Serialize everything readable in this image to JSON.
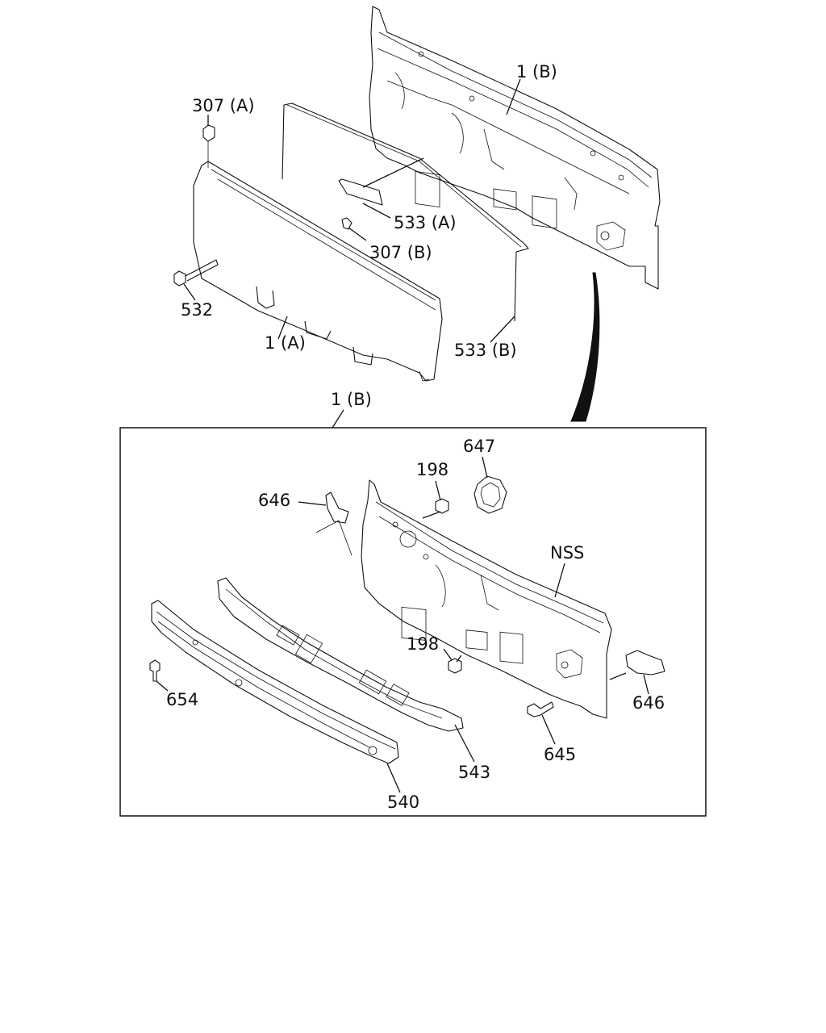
{
  "diagram": {
    "labels": {
      "panel_b_top": "1 (B)",
      "clip_a": "307 (A)",
      "seal_a": "533 (A)",
      "clip_b": "307 (B)",
      "bolt": "532",
      "panel_a": "1 (A)",
      "seal_b": "533 (B)",
      "panel_b_detail": "1 (B)",
      "grommet": "647",
      "nut_top": "198",
      "bracket_left": "646",
      "nss": "NSS",
      "nut_mid": "198",
      "bracket_right": "646",
      "stud": "654",
      "bolt_small": "645",
      "member_upper": "543",
      "member_lower": "540"
    }
  }
}
